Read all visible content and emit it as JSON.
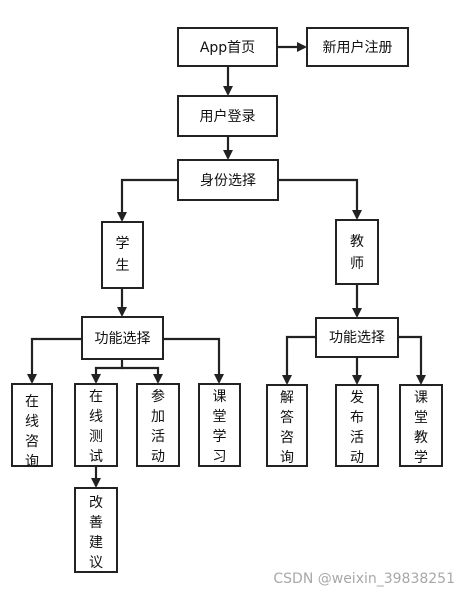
{
  "nodes": {
    "app_home": "App首页",
    "new_user_register": "新用户注册",
    "user_login": "用户登录",
    "identity_select": "身份选择",
    "student": "学生",
    "teacher": "教师",
    "student_function_select": "功能选择",
    "teacher_function_select": "功能选择",
    "online_consult": "在线咨询",
    "online_test": "在线测试",
    "join_activity": "参加活动",
    "course_study": "课堂学习",
    "improve_suggest": "改善建议",
    "answer_consult": "解答咨询",
    "publish_activity": "发布活动",
    "course_teaching": "课堂教学"
  },
  "watermark": "CSDN @weixin_39838251"
}
